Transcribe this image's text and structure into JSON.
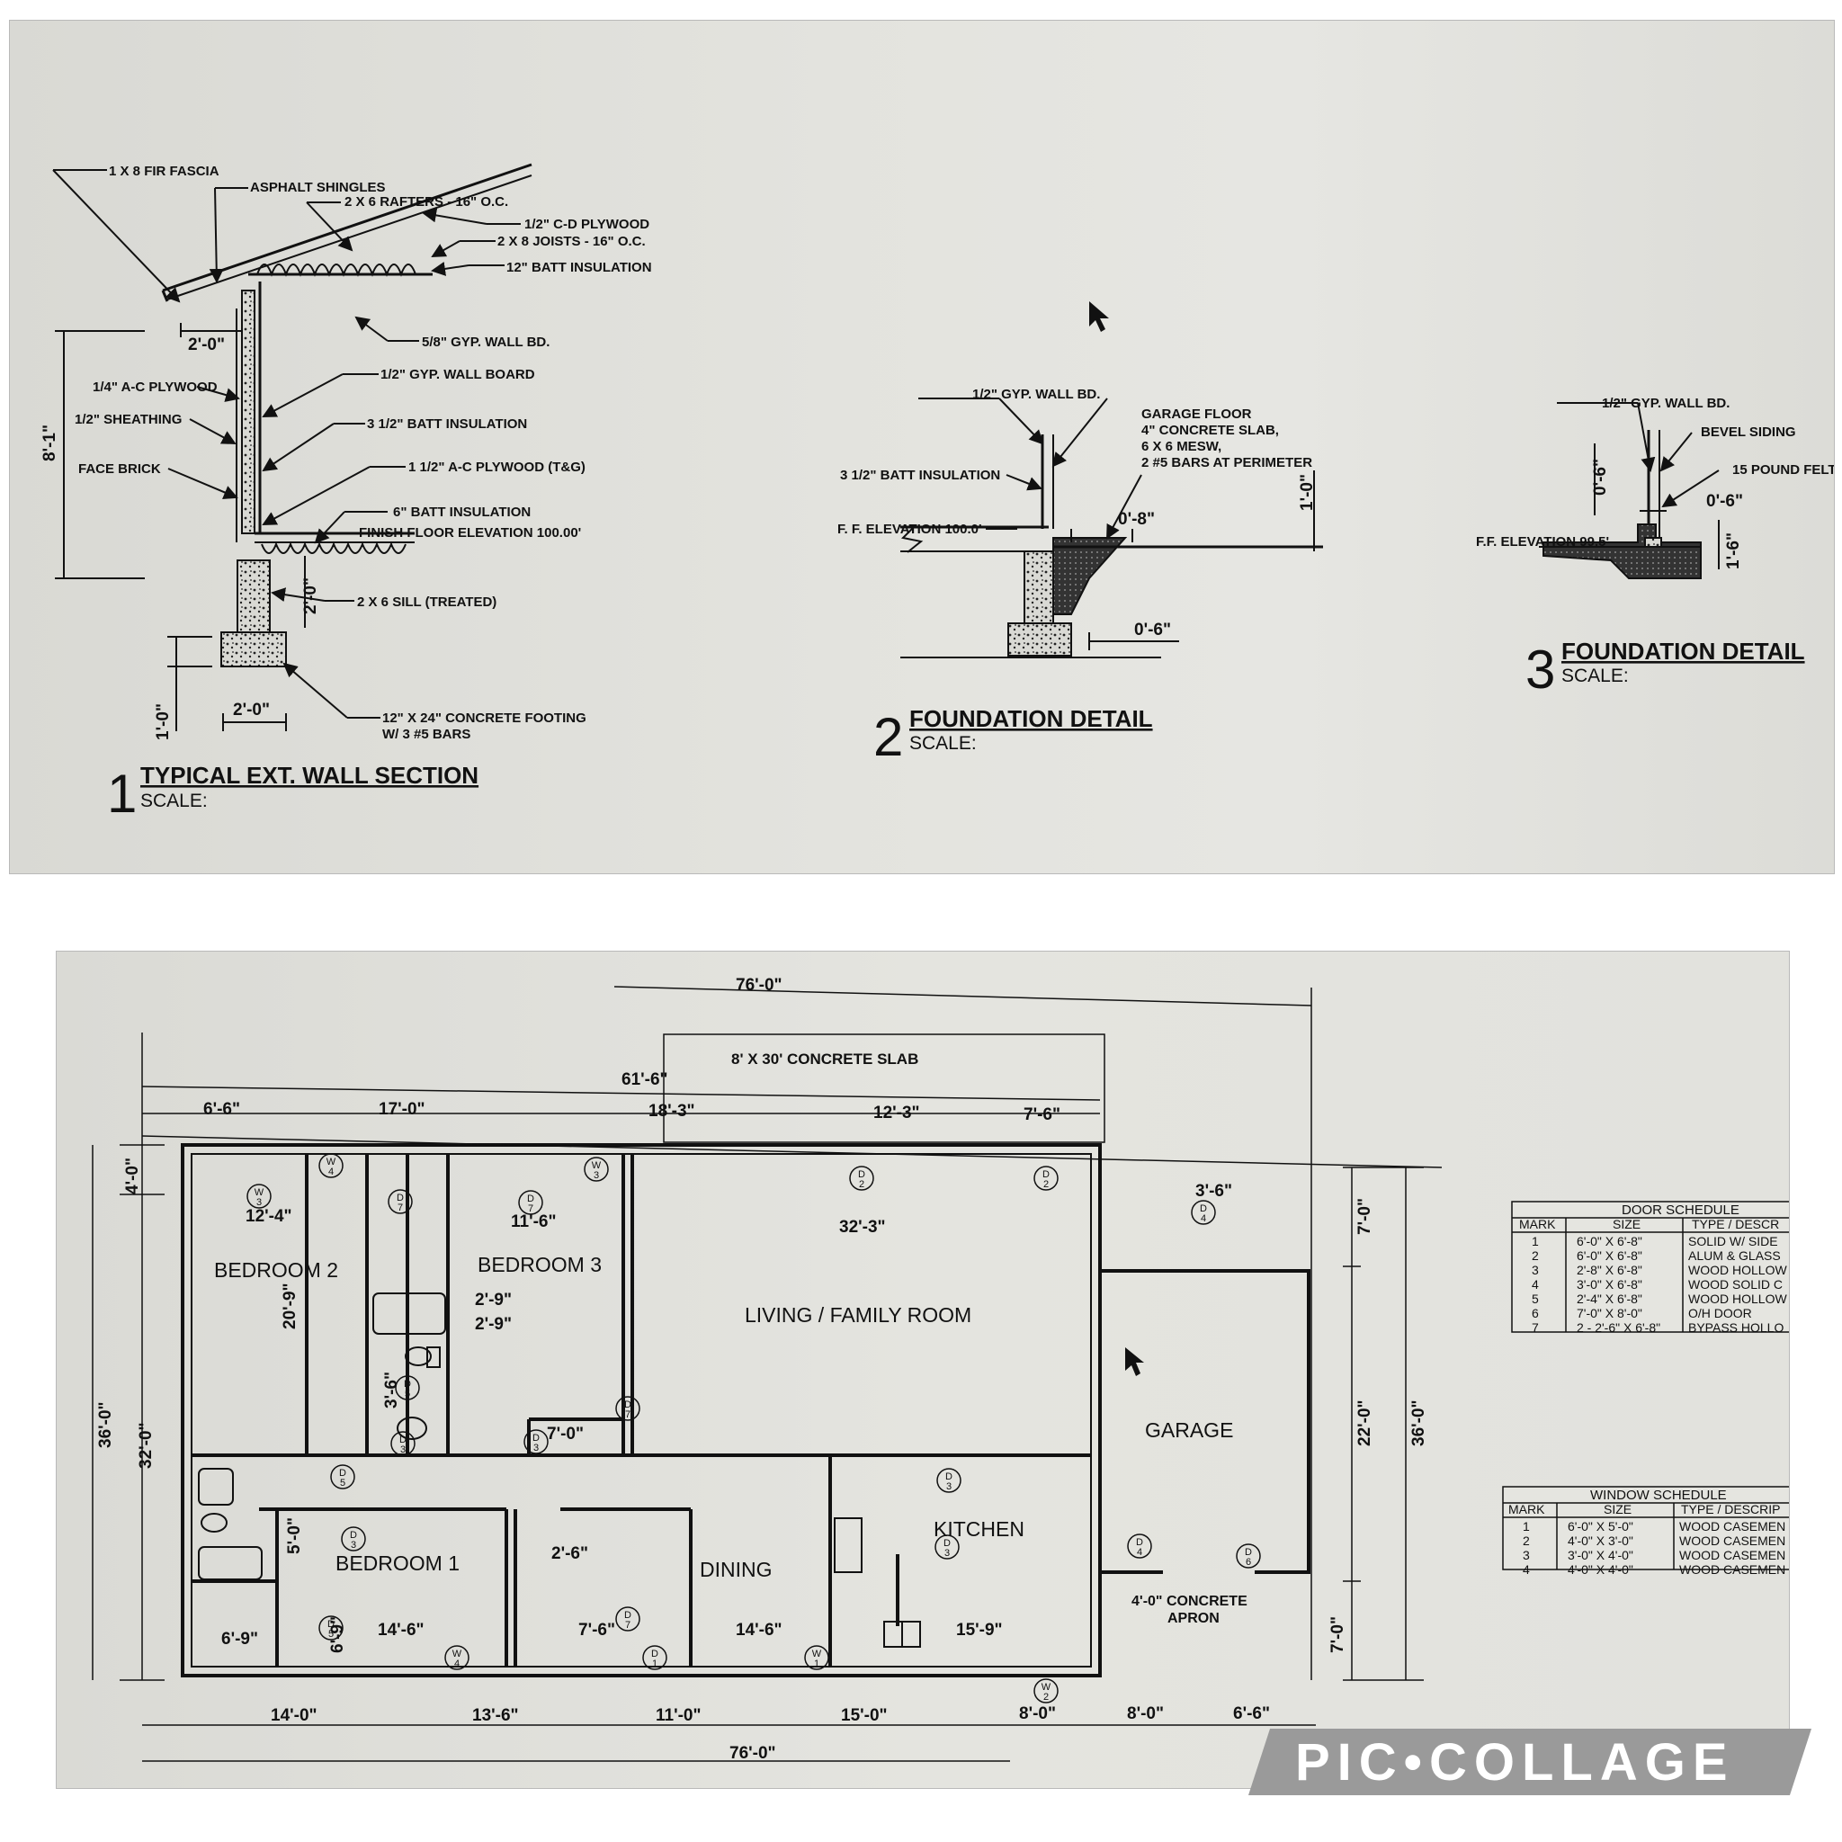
{
  "wall_section": {
    "number": "1",
    "title": "TYPICAL EXT. WALL SECTION",
    "scale": "SCALE:",
    "labels": {
      "fascia": "1 X 8 FIR FASCIA",
      "shingles": "ASPHALT SHINGLES",
      "rafters": "2 X 6 RAFTERS - 16\" O.C.",
      "cd_plywood": "1/2\" C-D PLYWOOD",
      "joists": "2 X 8 JOISTS - 16\" O.C.",
      "batt12": "12\" BATT INSULATION",
      "gyp58": "5/8\" GYP. WALL BD.",
      "gyp12": "1/2\" GYP. WALL BOARD",
      "ac_plywood_14": "1/4\" A-C PLYWOOD",
      "sheathing": "1/2\" SHEATHING",
      "batt35": "3 1/2\" BATT INSULATION",
      "face_brick": "FACE BRICK",
      "ac_plywood_tg": "1 1/2\" A-C PLYWOOD (T&G)",
      "batt6": "6\" BATT INSULATION",
      "ffe": "FINISH FLOOR ELEVATION 100.00'",
      "sill": "2 X 6 SILL (TREATED)",
      "footing1": "12\" X 24\" CONCRETE FOOTING",
      "footing2": "W/ 3 #5 BARS"
    },
    "dims": {
      "overhang": "2'-0\"",
      "height": "8'-1\"",
      "stem": "2'-0\"",
      "footing_width": "2'-0\"",
      "footing_depth": "1'-0\""
    }
  },
  "foundation_2": {
    "number": "2",
    "title": "FOUNDATION DETAIL",
    "scale": "SCALE:",
    "labels": {
      "gyp": "1/2\" GYP. WALL BD.",
      "batt": "3 1/2\" BATT INSULATION",
      "ffe": "F. F. ELEVATION 100.0'",
      "garage1": "GARAGE FLOOR",
      "garage2": "4\" CONCRETE SLAB,",
      "garage3": "6 X 6 MESW,",
      "garage4": "2 #5 BARS AT PERIMETER"
    },
    "dims": {
      "d1": "0'-8\"",
      "d2": "1'-0\"",
      "d3": "0'-6\""
    }
  },
  "foundation_3": {
    "number": "3",
    "title": "FOUNDATION DETAIL",
    "scale": "SCALE:",
    "labels": {
      "gyp": "1/2\" GYP. WALL BD.",
      "bevel": "BEVEL SIDING",
      "felt": "15 POUND FELT",
      "ffe": "F.F. ELEVATION 99.5'"
    },
    "dims": {
      "d1": "0'-6\"",
      "d2": "0'-6\"",
      "d3": "1'-6\""
    }
  },
  "floor_plan": {
    "rooms": {
      "bedroom2": "BEDROOM 2",
      "bedroom3": "BEDROOM 3",
      "living": "LIVING / FAMILY ROOM",
      "garage": "GARAGE",
      "kitchen": "KITCHEN",
      "dining": "DINING",
      "bedroom1": "BEDROOM 1",
      "slab": "8' X 30' CONCRETE SLAB",
      "apron1": "4'-0\" CONCRETE",
      "apron2": "APRON"
    },
    "dims_top": {
      "overall": "76'-0\"",
      "d615": "61'-6\"",
      "a": "6'-6\"",
      "b": "17'-0\"",
      "c": "18'-3\"",
      "d": "12'-3\"",
      "e": "7'-6\""
    },
    "dims_bottom": {
      "a": "14'-0\"",
      "b": "13'-6\"",
      "c": "11'-0\"",
      "d": "15'-0\"",
      "e": "8'-0\"",
      "f": "8'-0\"",
      "g": "6'-6\"",
      "overall": "76'-0\""
    },
    "dims_side": {
      "left_outer": "36'-0\"",
      "left_inner": "32'-0\"",
      "left_top": "4'-0\"",
      "right_a": "7'-0\"",
      "right_b": "22'-0\"",
      "right_c": "7'-0\"",
      "right_outer": "36'-0\""
    },
    "dims_inner": {
      "bed2_w": "12'-4\"",
      "bed2_h": "20'-9\"",
      "bed3_w": "11'-6\"",
      "closet1": "2'-9\"",
      "closet2": "2'-9\"",
      "living_w": "32'-3\"",
      "garage_door": "3'-6\"",
      "bath_w": "3'-6\"",
      "closet7": "7'-0\"",
      "hall_5": "5'-0\"",
      "bed1_w": "14'-6\"",
      "bed1_h": "6'-9\"",
      "bath2": "6'-9\"",
      "closet26": "2'-6\"",
      "closet76": "7'-6\"",
      "dining_w": "14'-6\"",
      "kitchen_w": "15'-9\""
    },
    "tags": [
      {
        "type": "W",
        "n": "4"
      },
      {
        "type": "W",
        "n": "3"
      },
      {
        "type": "D",
        "n": "7"
      },
      {
        "type": "W",
        "n": "3"
      },
      {
        "type": "D",
        "n": "7"
      },
      {
        "type": "D",
        "n": "2"
      },
      {
        "type": "D",
        "n": "2"
      },
      {
        "type": "D",
        "n": "4"
      },
      {
        "type": "D",
        "n": "5"
      },
      {
        "type": "D",
        "n": "3"
      },
      {
        "type": "D",
        "n": "3"
      },
      {
        "type": "D",
        "n": "7"
      },
      {
        "type": "D",
        "n": "5"
      },
      {
        "type": "D",
        "n": "3"
      },
      {
        "type": "D",
        "n": "3"
      },
      {
        "type": "D",
        "n": "3"
      },
      {
        "type": "D",
        "n": "4"
      },
      {
        "type": "D",
        "n": "6"
      },
      {
        "type": "D",
        "n": "7"
      },
      {
        "type": "D",
        "n": "5"
      },
      {
        "type": "W",
        "n": "4"
      },
      {
        "type": "D",
        "n": "1"
      },
      {
        "type": "W",
        "n": "1"
      },
      {
        "type": "W",
        "n": "2"
      }
    ]
  },
  "door_schedule": {
    "title": "DOOR SCHEDULE",
    "headers": [
      "MARK",
      "SIZE",
      "TYPE / DESCR"
    ],
    "rows": [
      [
        "1",
        "6'-0\" X 6'-8\"",
        "SOLID W/ SIDE"
      ],
      [
        "2",
        "6'-0\" X 6'-8\"",
        "ALUM & GLASS"
      ],
      [
        "3",
        "2'-8\" X 6'-8\"",
        "WOOD HOLLOW"
      ],
      [
        "4",
        "3'-0\" X 6'-8\"",
        "WOOD SOLID C"
      ],
      [
        "5",
        "2'-4\" X 6'-8\"",
        "WOOD HOLLOW"
      ],
      [
        "6",
        "7'-0\" X 8'-0\"",
        "O/H DOOR"
      ],
      [
        "7",
        "2 - 2'-6\" X 6'-8\"",
        "BYPASS HOLLO"
      ]
    ]
  },
  "window_schedule": {
    "title": "WINDOW SCHEDULE",
    "headers": [
      "MARK",
      "SIZE",
      "TYPE / DESCRIP"
    ],
    "rows": [
      [
        "1",
        "6'-0\" X 5'-0\"",
        "WOOD CASEMEN"
      ],
      [
        "2",
        "4'-0\" X 3'-0\"",
        "WOOD CASEMEN"
      ],
      [
        "3",
        "3'-0\" X 4'-0\"",
        "WOOD CASEMEN"
      ],
      [
        "4",
        "4'-0\" X 4'-0\"",
        "WOOD CASEMEN"
      ]
    ]
  },
  "watermark": "PIC•COLLAGE",
  "colors": {
    "line": "#111111",
    "paper": "#e3e3de",
    "hatch": "#2a2a2a"
  }
}
